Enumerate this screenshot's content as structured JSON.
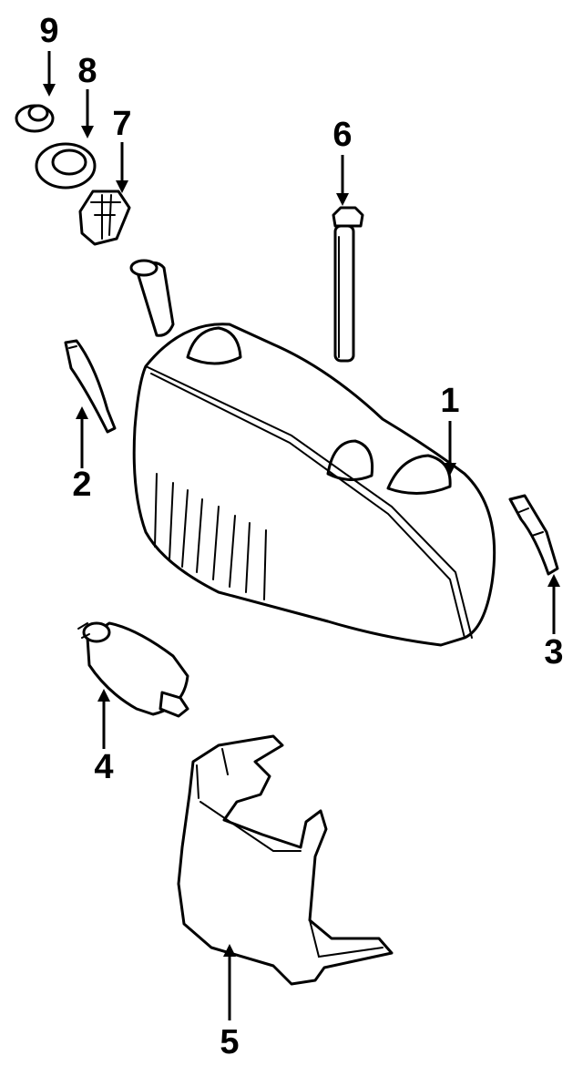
{
  "callouts": [
    {
      "id": "1",
      "label": "1",
      "part": "fuel-tank"
    },
    {
      "id": "2",
      "label": "2",
      "part": "tank-strap-left"
    },
    {
      "id": "3",
      "label": "3",
      "part": "tank-strap-right"
    },
    {
      "id": "4",
      "label": "4",
      "part": "fuel-pump"
    },
    {
      "id": "5",
      "label": "5",
      "part": "tank-shield"
    },
    {
      "id": "6",
      "label": "6",
      "part": "mounting-bolt"
    },
    {
      "id": "7",
      "label": "7",
      "part": "sending-unit"
    },
    {
      "id": "8",
      "label": "8",
      "part": "lock-ring"
    },
    {
      "id": "9",
      "label": "9",
      "part": "filler-cap"
    }
  ]
}
